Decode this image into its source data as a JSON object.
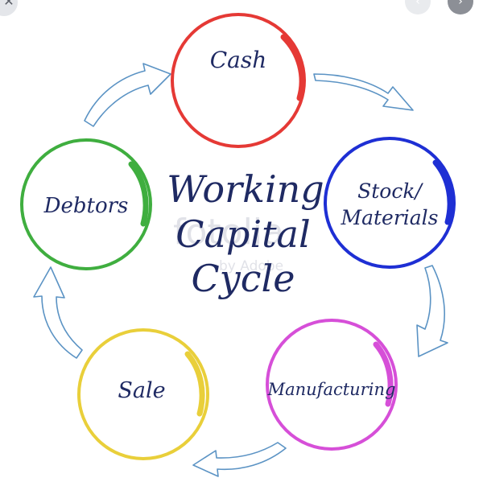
{
  "title": {
    "line1": "Working",
    "line2": "Capital",
    "line3": "Cycle"
  },
  "watermark": {
    "brand": "fotolia",
    "byline": "by Adobe"
  },
  "nodes": [
    {
      "id": "cash",
      "label": "Cash",
      "color": "#e53935"
    },
    {
      "id": "stock",
      "line1": "Stock/",
      "line2": "Materials",
      "color": "#1e2fd4"
    },
    {
      "id": "manufacturing",
      "label": "Manufacturing",
      "color": "#d64fd8"
    },
    {
      "id": "sale",
      "label": "Sale",
      "color": "#e9cf3a"
    },
    {
      "id": "debtors",
      "label": "Debtors",
      "color": "#3fae3f"
    }
  ],
  "arrow_color": "#5b93c4",
  "text_color": "#1f2a63",
  "controls": {
    "close_icon": "close-icon",
    "prev_icon": "chevron-left-icon",
    "next_icon": "chevron-right-icon"
  }
}
